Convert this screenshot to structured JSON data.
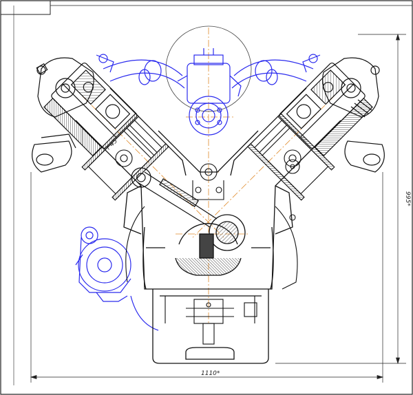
{
  "dimensions": {
    "width_label": "1110*",
    "height_label": "995*",
    "angle_label": "r 45°"
  },
  "colors": {
    "main_line": "#111111",
    "blue_line": "#2a2aee",
    "accent_orange": "#e08a2a",
    "hatch_fill": "#555555",
    "frame": "#222222"
  }
}
